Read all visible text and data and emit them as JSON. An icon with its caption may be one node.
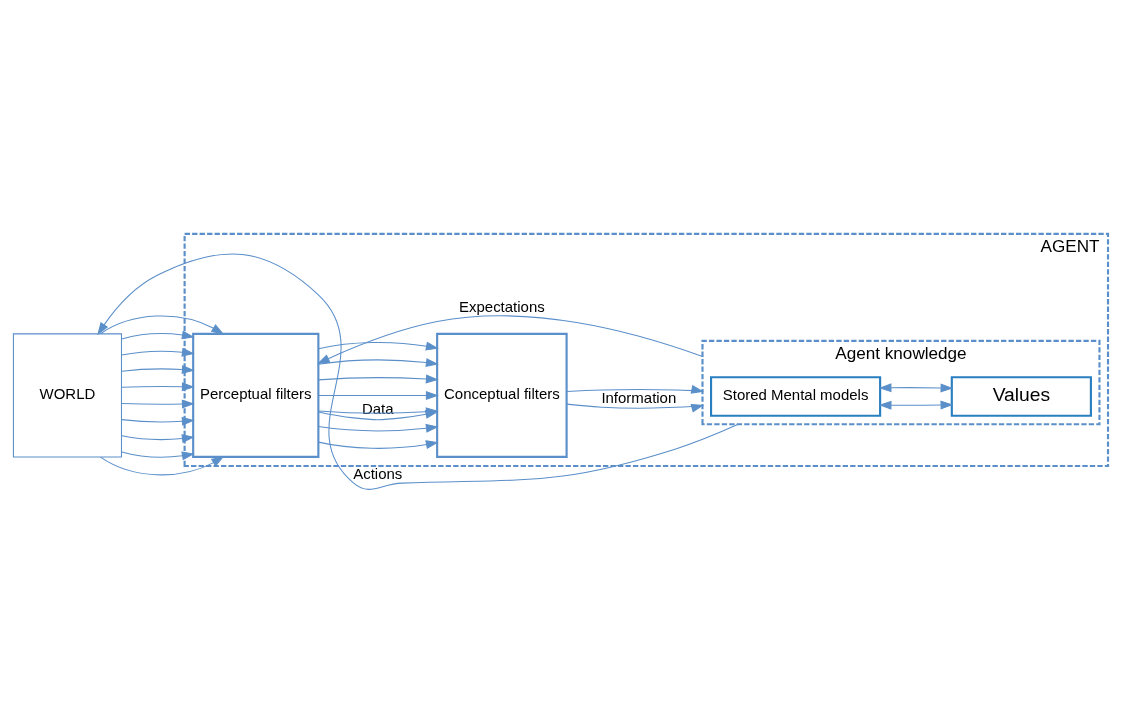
{
  "diagram": {
    "nodes": [
      {
        "text": [
          "AGENT"
        ]
      },
      {
        "text": [
          "WORLD"
        ]
      },
      {
        "text": [
          "Perceptual filters"
        ],
        "in": 0
      },
      {
        "text": [
          "Conceptual filters"
        ],
        "in": 0
      },
      {
        "text": [
          "Agent knowledge"
        ],
        "in": 0
      },
      {
        "text": [
          "Stored Mental models"
        ],
        "in": 4
      },
      {
        "text": [
          "Values"
        ],
        "in": 4
      }
    ],
    "edges": [
      {
        "from": 1,
        "to": 2,
        "arrow": "to"
      },
      {
        "from": 1,
        "to": 2,
        "arrow": "to"
      },
      {
        "from": 1,
        "to": 2,
        "arrow": "to"
      },
      {
        "from": 1,
        "to": 2,
        "arrow": "to"
      },
      {
        "from": 1,
        "to": 2,
        "arrow": "to"
      },
      {
        "from": 1,
        "to": 2,
        "arrow": "to"
      },
      {
        "from": 1,
        "to": 2,
        "arrow": "to"
      },
      {
        "from": 1,
        "to": 2,
        "arrow": "to"
      },
      {
        "from": 1,
        "to": 2,
        "arrow": "to"
      },
      {
        "from": 1,
        "to": 2,
        "arrow": "to"
      },
      {
        "from": 2,
        "to": 3,
        "arrow": "to",
        "label": "Data"
      },
      {
        "from": 2,
        "to": 3,
        "arrow": "to"
      },
      {
        "from": 2,
        "to": 3,
        "arrow": "to"
      },
      {
        "from": 2,
        "to": 3,
        "arrow": "to"
      },
      {
        "from": 2,
        "to": 3,
        "arrow": "to"
      },
      {
        "from": 2,
        "to": 3,
        "arrow": "to"
      },
      {
        "from": 2,
        "to": 3,
        "arrow": "to"
      },
      {
        "from": 2,
        "to": 3,
        "arrow": "to"
      },
      {
        "from": 3,
        "to": 4,
        "arrow": "to",
        "label": "Information"
      },
      {
        "from": 3,
        "to": 4,
        "arrow": "to"
      },
      {
        "from": 4,
        "to": 2,
        "arrow": "to",
        "label": "Expectations"
      },
      {
        "from": 4,
        "to": 1,
        "arrow": "to",
        "label": "Actions"
      },
      {
        "from": 5,
        "to": 6,
        "arrow": "both"
      },
      {
        "from": 5,
        "to": 6,
        "arrow": "both"
      }
    ]
  }
}
